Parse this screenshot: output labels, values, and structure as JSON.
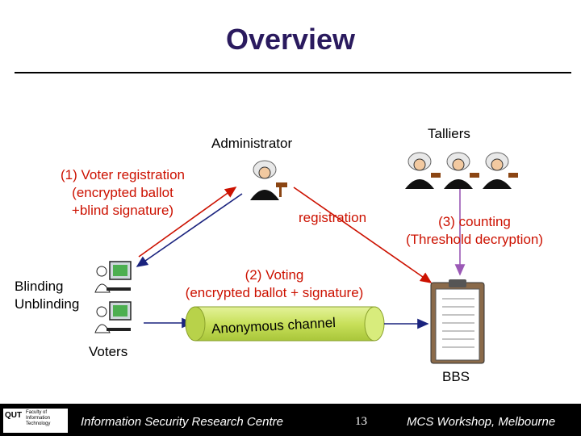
{
  "title": "Overview",
  "labels": {
    "administrator": "Administrator",
    "talliers": "Talliers",
    "voter_reg_1": "(1) Voter registration",
    "voter_reg_2": "(encrypted ballot",
    "voter_reg_3": "+blind signature)",
    "registration": "registration",
    "counting_1": "(3) counting",
    "counting_2": "(Threshold decryption)",
    "voting_1": "(2) Voting",
    "voting_2": "(encrypted ballot + signature)",
    "blinding": "Blinding",
    "unblinding": "Unblinding",
    "anonymous_channel": "Anonymous channel",
    "voters": "Voters",
    "bbs": "BBS"
  },
  "footer": {
    "logo_letters": "QUT",
    "logo_line1": "Faculty of",
    "logo_line2": "Information",
    "logo_line3": "Technology",
    "centre": "Information Security Research Centre",
    "page": "13",
    "event": "MCS Workshop, Melbourne"
  },
  "colors": {
    "title": "#2a1a5e",
    "label_red": "#cc1100",
    "arrow_red": "#cc1100",
    "arrow_blue": "#1a237e",
    "arrow_purple": "#9b59b6",
    "channel": "#c8e05a"
  }
}
